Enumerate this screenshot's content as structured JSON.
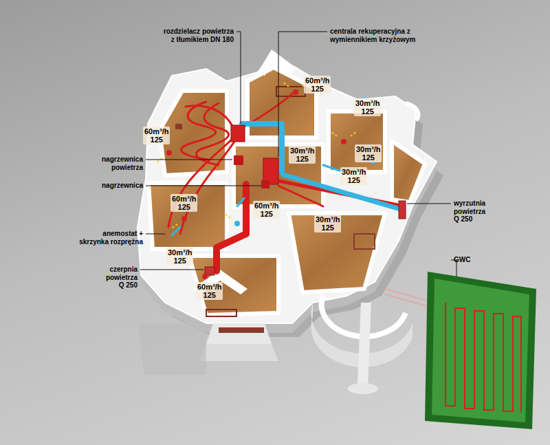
{
  "diagram": {
    "labels": [
      "rozdzielacz powietrza z tłumikiem DN 180",
      "centrala rekuperacyjna z wymiennikiem krzyżowym",
      "60m³/h 125",
      "30m³/h 125",
      "60m³/h 125",
      "30m³/h 125",
      "30m³/h 125",
      "30m³/h 125",
      "nagrzewnica powietrza",
      "nagrzewnica",
      "60m³/h 125",
      "60m³/h 125",
      "wyrzutnia powietrza Q 250",
      "30m³/h 125",
      "anemostat + skrzynka rozprężna",
      "30m³/h 125",
      "GWC",
      "czerpnia powietrza Q 250",
      "60m³/h 125"
    ]
  }
}
